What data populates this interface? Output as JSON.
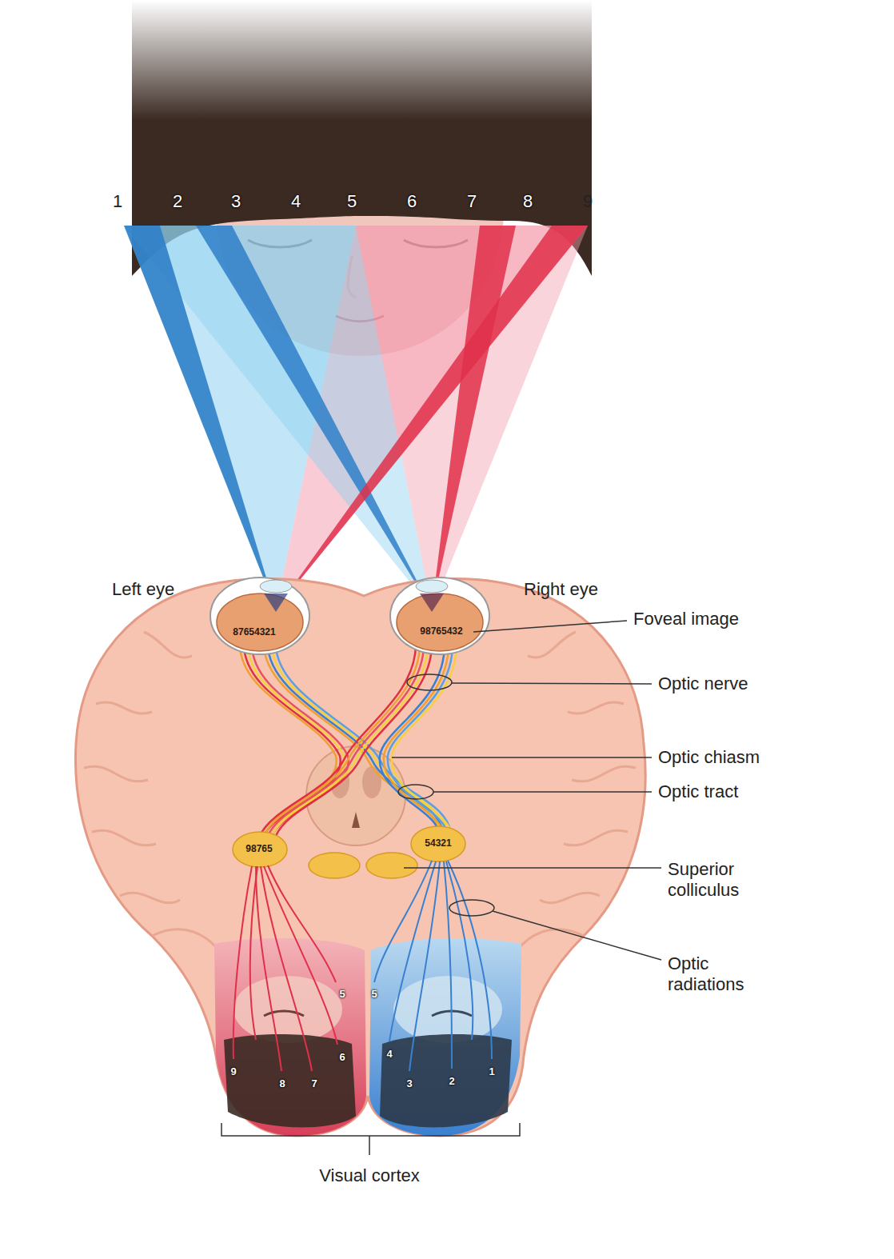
{
  "diagram": {
    "labels": [
      "1",
      "2",
      "3",
      "4",
      "5",
      "6",
      "7",
      "8",
      "9",
      "Left eye",
      "Right eye",
      "87654321",
      "98765432",
      "Foveal image",
      "Optic nerve",
      "Optic chiasm",
      "Optic tract",
      "98765",
      "54321",
      "Superior colliculus",
      "Optic radiations",
      "5",
      "6",
      "9",
      "8",
      "7",
      "5",
      "4",
      "3",
      "2",
      "1",
      "Visual cortex"
    ]
  }
}
